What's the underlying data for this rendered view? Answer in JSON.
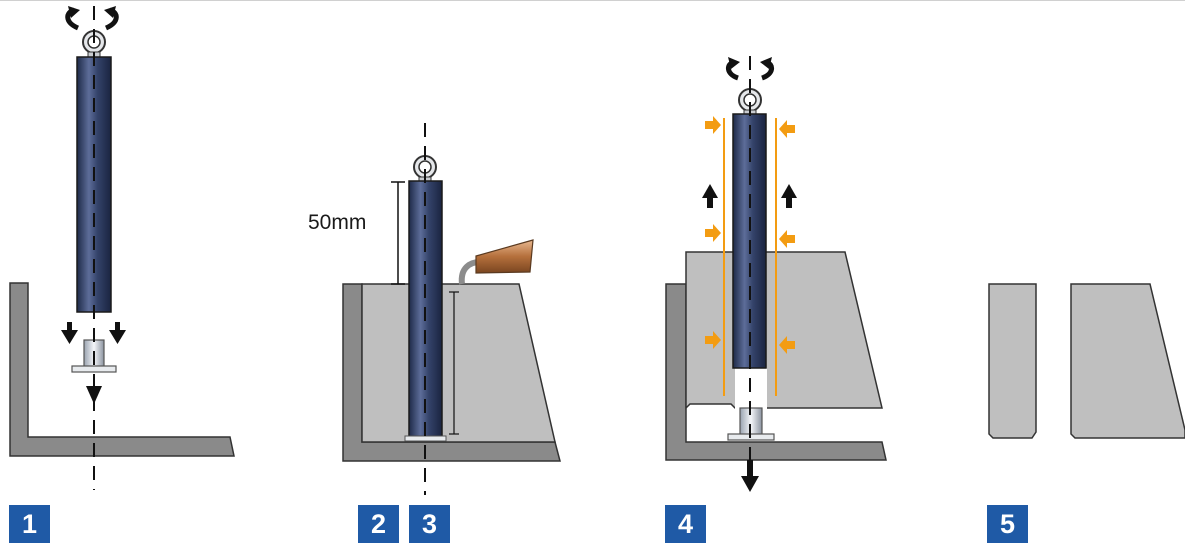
{
  "colors": {
    "badge": "#1f5aa6",
    "badge_text": "#ffffff",
    "concrete": "#bfbfbf",
    "formwork": "#8a8a8a",
    "tube_dark": "#2c3a5c",
    "tube_light": "#5a6a94",
    "vibrator": "#b5703c",
    "pressure_arrow": "#f39c12"
  },
  "icons": [
    "rotate-arrows-icon",
    "down-arrow-icon",
    "up-arrow-icon",
    "pressure-arrow-icon",
    "lifting-eye-icon"
  ],
  "steps": [
    {
      "number": "1"
    },
    {
      "number": "2"
    },
    {
      "number": "3"
    },
    {
      "number": "4"
    },
    {
      "number": "5"
    }
  ],
  "dimension": {
    "label": "50mm"
  }
}
